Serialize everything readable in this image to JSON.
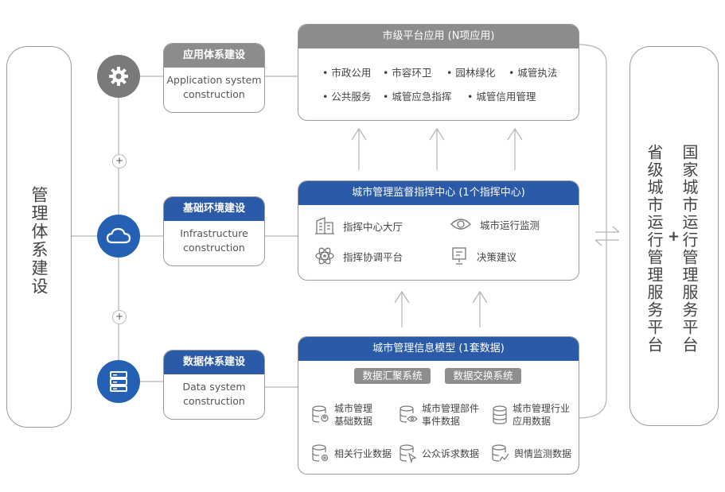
{
  "left_pillar": {
    "text": "管理体系建设"
  },
  "right_pillar": {
    "col1": "国家城市运行管理服务平台",
    "col2": "省级城市运行管理服务平台",
    "plus": "+"
  },
  "connectors": {
    "plus1": "+",
    "plus2": "+"
  },
  "label_boxes": [
    {
      "title": "应用体系建设",
      "line1": "Application system",
      "line2": "construction"
    },
    {
      "title": "基础环境建设",
      "line1": "Infrastructure",
      "line2": "construction"
    },
    {
      "title": "数据体系建设",
      "line1": "Data system",
      "line2": "construction"
    }
  ],
  "app_panel": {
    "title": "市级平台应用 (N项应用)",
    "row1": [
      "• 市政公用",
      "• 市容环卫",
      "• 园林绿化",
      "• 城管执法"
    ],
    "row2": [
      "• 公共服务",
      "• 城管应急指挥",
      "• 城管信用管理"
    ]
  },
  "center_panel": {
    "title": "城市管理监督指挥中心 (1个指挥中心)",
    "items": [
      "指挥中心大厅",
      "城市运行监测",
      "指挥协调平台",
      "决策建议"
    ]
  },
  "data_panel": {
    "title": "城市管理信息模型 (1套数据)",
    "pills": [
      "数据汇聚系统",
      "数据交换系统"
    ],
    "items": [
      [
        "城市管理",
        "基础数据"
      ],
      [
        "城市管理部件",
        "事件数据"
      ],
      [
        "城市管理行业",
        "应用数据"
      ],
      [
        "相关行业数据"
      ],
      [
        "公众诉求数据"
      ],
      [
        "舆情监测数据"
      ]
    ]
  },
  "colors": {
    "gray_header": "#8c8c8c",
    "blue_header": "#2b5aa8",
    "blue_circle": "#2460b3",
    "gray_circle": "#7a7a7a",
    "line": "#b0b0b0"
  },
  "icons": [
    "gear-icon",
    "cloud-icon",
    "server-icon",
    "building-icon",
    "eye-icon",
    "atom-icon",
    "presentation-icon",
    "database-user-icon",
    "database-eye-icon",
    "database-icon",
    "database-gear-icon",
    "database-cursor-icon",
    "database-chart-icon",
    "exchange-arrows-icon",
    "arrow-up-icon"
  ]
}
